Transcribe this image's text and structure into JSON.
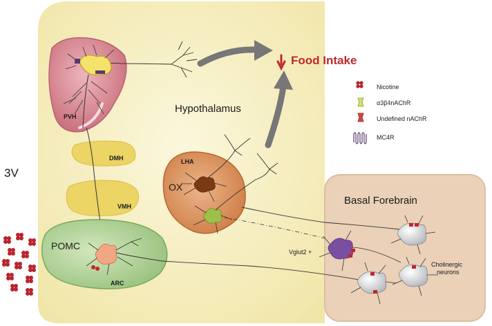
{
  "labels": {
    "food_intake": "Food Intake",
    "hypothalamus": "Hypothalamus",
    "pvh": "PVH",
    "dmh": "DMH",
    "vmh": "VMH",
    "lha": "LHA",
    "ox": "OX",
    "pomc": "POMC",
    "arc": "ARC",
    "third_ventricle": "3V",
    "basal_forebrain": "Basal Forebrain",
    "vglut2": "Vglut2 +",
    "cholinergic_line1": "Cholinergic",
    "cholinergic_line2": "neurons"
  },
  "legend": [
    {
      "icon": "nicotine-icon",
      "label": "Nicotine"
    },
    {
      "icon": "a3b4-nachr-icon",
      "label": "α3β4nAChR"
    },
    {
      "icon": "undefined-nachr-icon",
      "label": "Undefined nAChR"
    },
    {
      "icon": "mc4r-icon",
      "label": "MC4R"
    }
  ],
  "colors": {
    "food_intake_red": "#c0282b",
    "hypothalamus_bg": "#f8f1c4",
    "basal_forebrain_bg": "#ecd3bb",
    "pvh_fill": "#d98c96",
    "lha_fill": "#dc9660",
    "arc_fill": "#a8cc8c",
    "dmh_vmh_fill": "#eed86a"
  }
}
